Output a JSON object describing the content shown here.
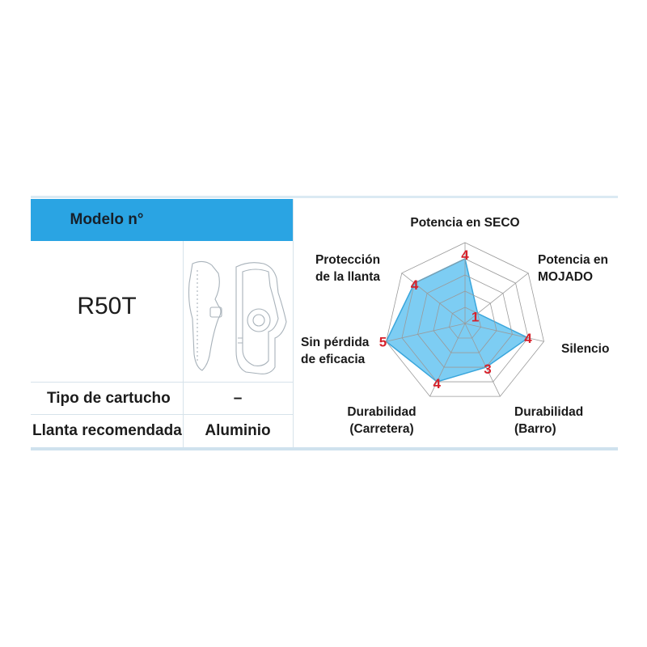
{
  "table": {
    "header_label": "Modelo n°",
    "model_value": "R50T",
    "rows": [
      {
        "label": "Tipo de cartucho",
        "value": "–"
      },
      {
        "label": "Llanta recomendada",
        "value": "Aluminio"
      }
    ]
  },
  "chart_data": {
    "type": "radar",
    "title": "",
    "categories": [
      "Potencia en SECO",
      "Potencia en MOJADO",
      "Silencio",
      "Durabilidad (Barro)",
      "Durabilidad (Carretera)",
      "Sin pérdida de eficacia",
      "Protección de la llanta"
    ],
    "category_lines": [
      [
        "Potencia en SECO"
      ],
      [
        "Potencia en",
        "MOJADO"
      ],
      [
        "Silencio"
      ],
      [
        "Durabilidad",
        "(Barro)"
      ],
      [
        "Durabilidad",
        "(Carretera)"
      ],
      [
        "Sin pérdida",
        "de eficacia"
      ],
      [
        "Protección",
        "de la llanta"
      ]
    ],
    "series": [
      {
        "values": [
          4,
          1,
          4,
          3,
          4,
          5,
          4
        ]
      }
    ],
    "value_labels": [
      "4",
      "1",
      "4",
      "3",
      "4",
      "5",
      "4"
    ],
    "range": [
      0,
      5
    ],
    "rings": 5,
    "grid": true,
    "colors": {
      "fill": "#7dcdf3",
      "stroke": "#3aa6dc",
      "grid": "#9a9a9a",
      "value_label": "#d6202a"
    }
  },
  "colors": {
    "header": "#2aa4e3",
    "divider": "#d7e3ea"
  }
}
